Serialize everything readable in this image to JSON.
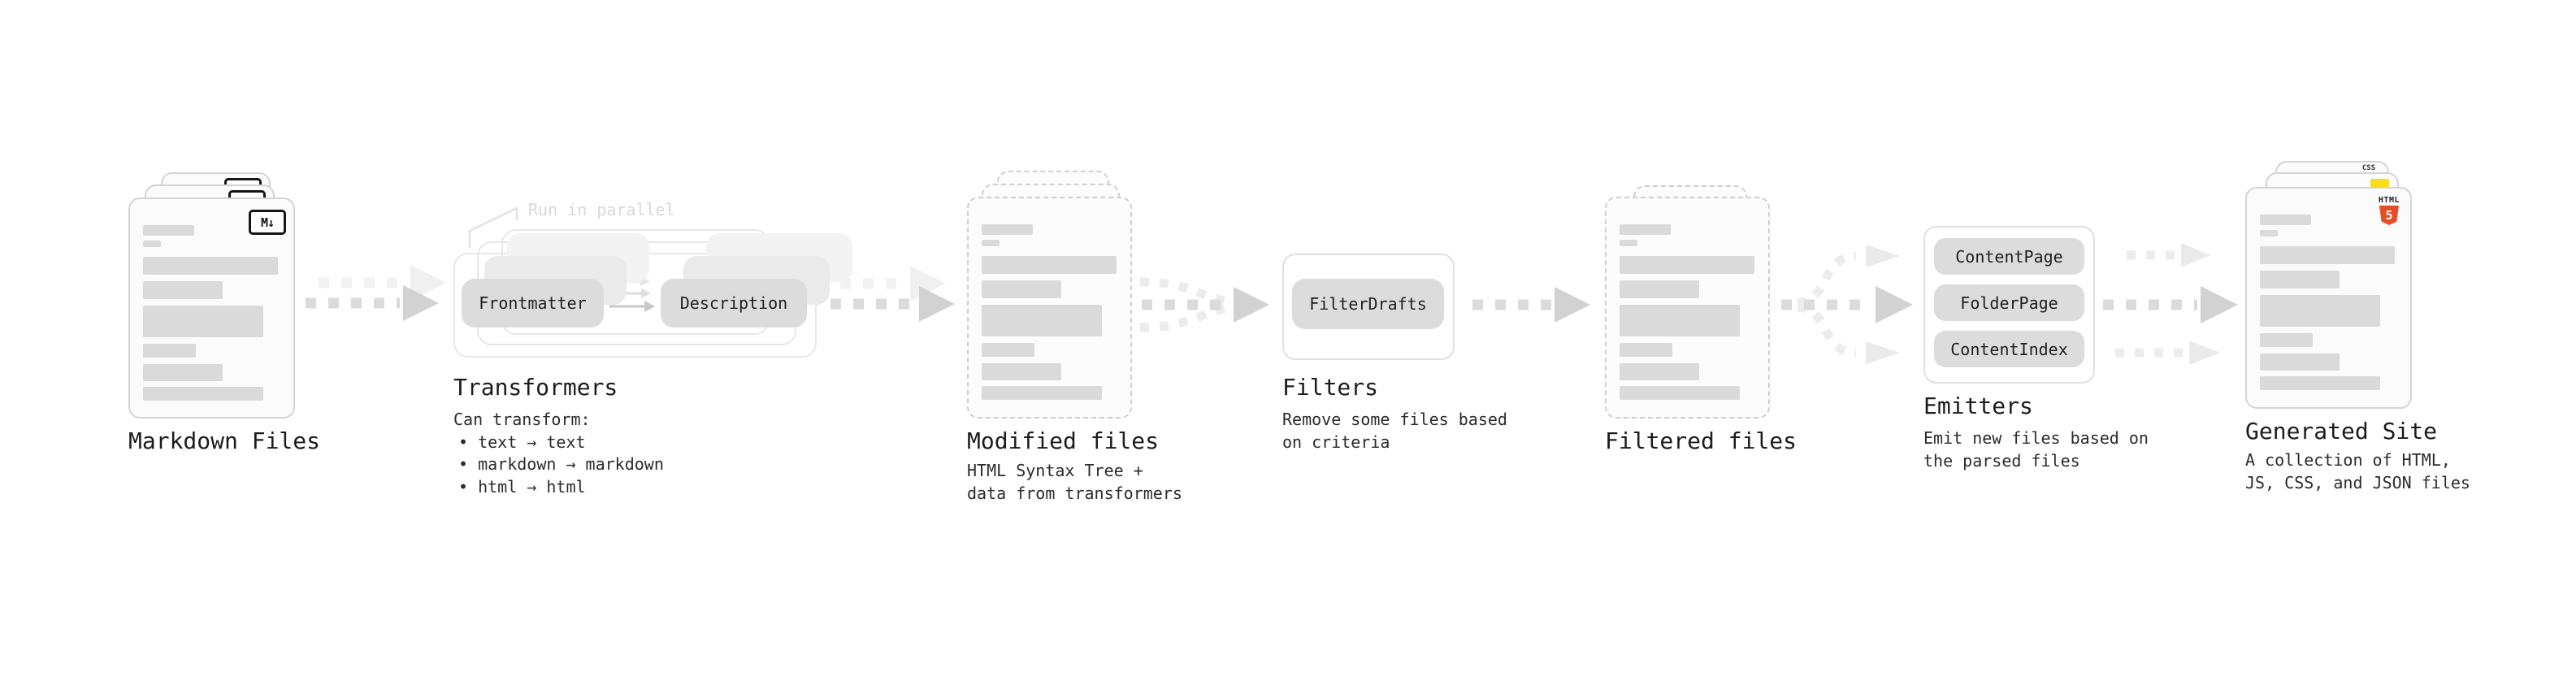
{
  "colors": {
    "html5-orange": "#e44d26",
    "js-yellow": "#f7df1e",
    "css-blue": "#2962ff",
    "ink": "#1c1c1c",
    "doc-border": "#d4d4d4",
    "doc-fill": "#fbfbfb",
    "bar": "#dadada",
    "pill": "#dcdcdc",
    "arrow": "#dbdbdb",
    "arrow-ghost": "#f2f2f2"
  },
  "markdown": {
    "title": "Markdown Files",
    "badge": "M↓"
  },
  "transformers": {
    "callout": "Run in parallel",
    "node_left": "Frontmatter",
    "node_right": "Description",
    "title": "Transformers",
    "heading": "Can transform:",
    "bullets": [
      "• text → text",
      "• markdown → markdown",
      "• html → html"
    ]
  },
  "modified": {
    "title": "Modified files",
    "desc_line1": "HTML Syntax Tree +",
    "desc_line2": "data from transformers"
  },
  "filters": {
    "node": "FilterDrafts",
    "title": "Filters",
    "desc_line1": "Remove some files based",
    "desc_line2": "on criteria"
  },
  "filtered": {
    "title": "Filtered files"
  },
  "emitters": {
    "nodes": [
      "ContentPage",
      "FolderPage",
      "ContentIndex"
    ],
    "title": "Emitters",
    "desc_line1": "Emit new files based on",
    "desc_line2": "the parsed files"
  },
  "generated": {
    "title": "Generated Site",
    "desc_line1": "A collection of HTML,",
    "desc_line2": "JS, CSS, and JSON files",
    "html_badge_top": "HTML",
    "html_badge_number": "5",
    "css_badge": "CSS"
  }
}
